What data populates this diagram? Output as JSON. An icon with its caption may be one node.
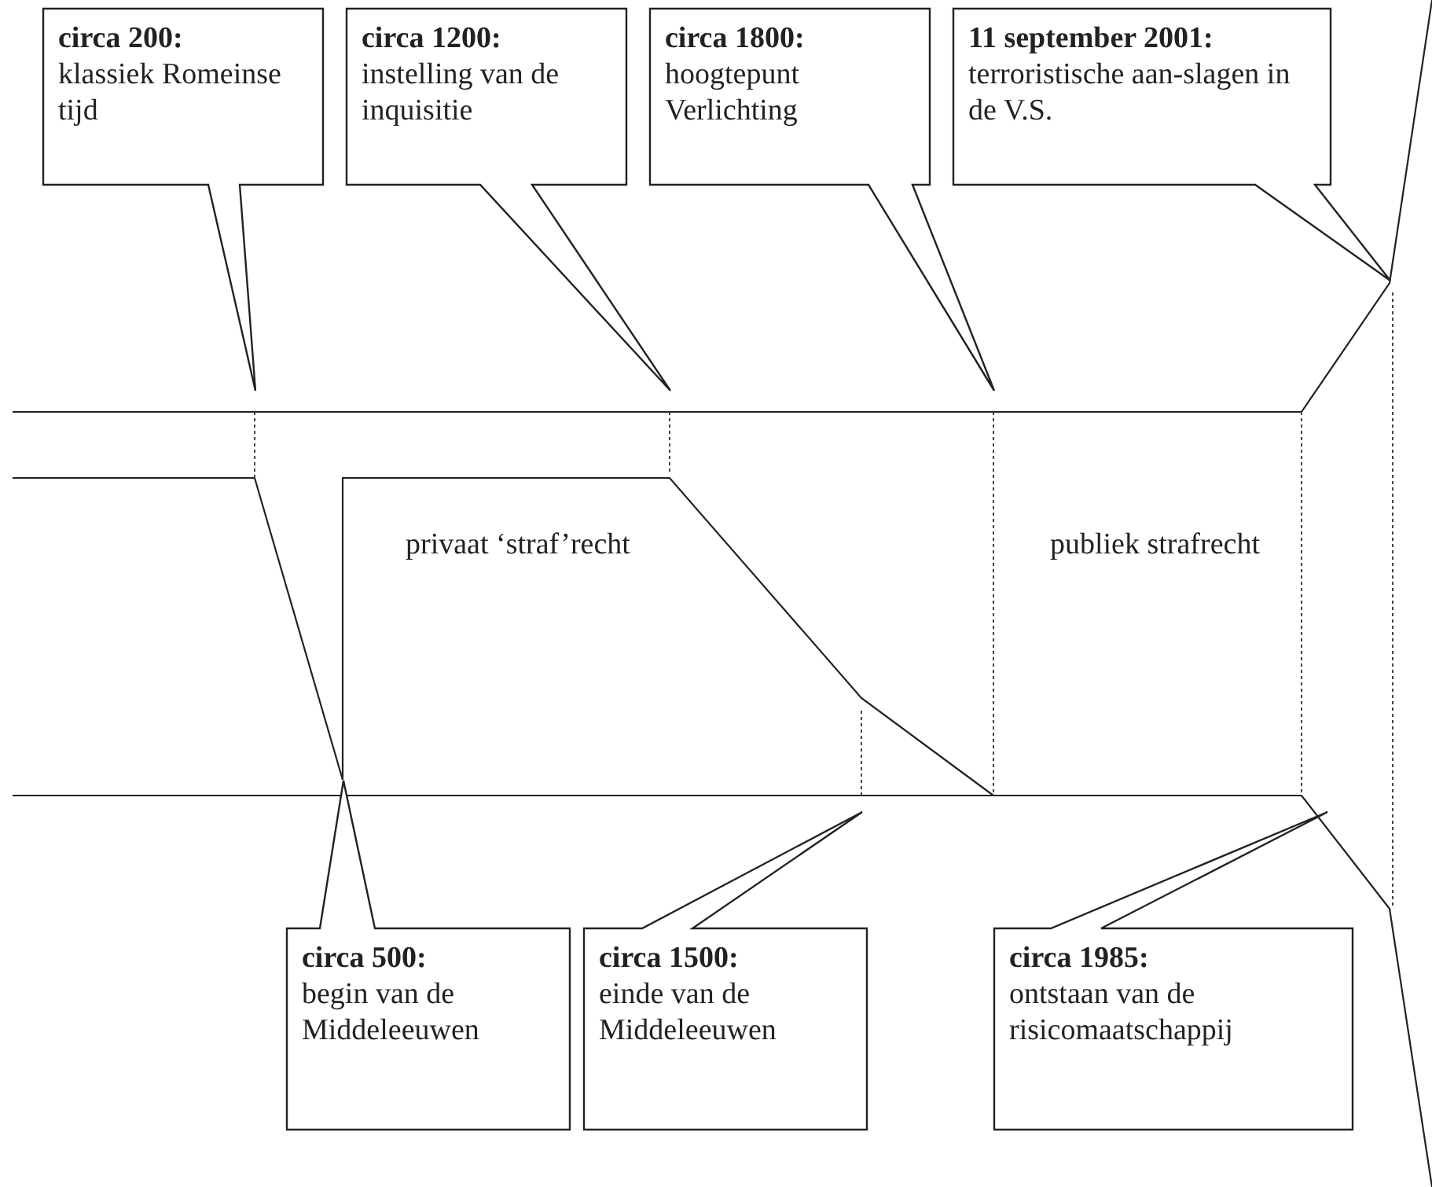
{
  "diagram": {
    "nodes": [
      {
        "text": [
          "circa 200:",
          "klassiek Romeinse tijd"
        ]
      },
      {
        "text": [
          "circa 1200:",
          "instelling van de inquisitie"
        ]
      },
      {
        "text": [
          "circa 1800:",
          "hoogtepunt Verlichting"
        ]
      },
      {
        "text": [
          "11 september 2001:",
          "terroristische aan-slagen in de V.S."
        ]
      },
      {
        "text": [
          "circa 500:",
          "begin van de Middeleeuwen"
        ]
      },
      {
        "text": [
          "circa 1500:",
          "einde van de Middeleeuwen"
        ]
      },
      {
        "text": [
          "circa 1985:",
          "ontstaan van de risicomaatschappij"
        ]
      }
    ],
    "labels": [
      "privaat ‘straf’recht",
      "publiek strafrecht"
    ]
  }
}
